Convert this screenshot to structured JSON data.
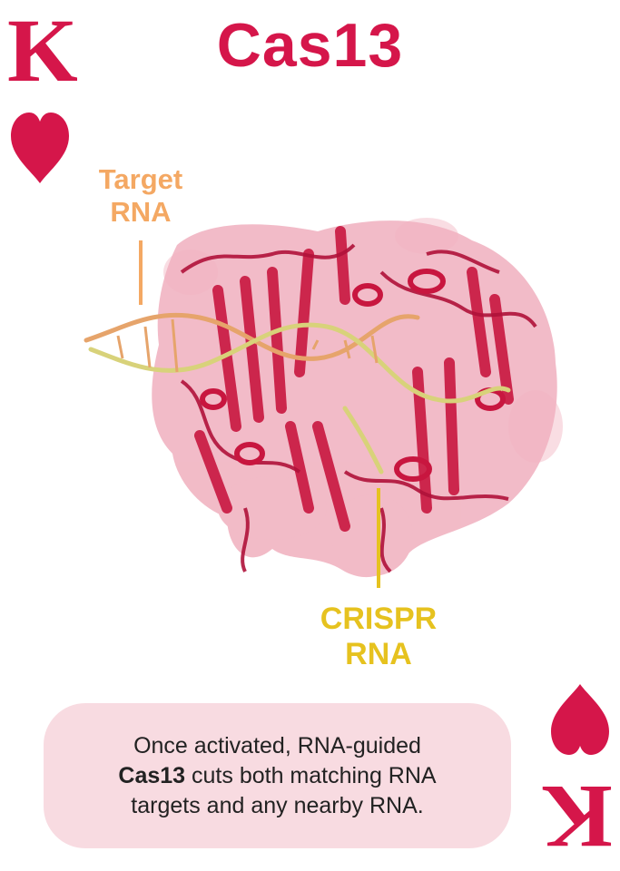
{
  "card": {
    "rank": "K",
    "title": "Cas13",
    "suit_icon": "heart-icon",
    "colors": {
      "accent": "#d5164a",
      "target_rna": "#f4a863",
      "crispr_rna": "#e6c21f",
      "caption_bg": "#f8dbe1"
    }
  },
  "labels": {
    "target_line1": "Target",
    "target_line2": "RNA",
    "crispr_line1": "CRISPR",
    "crispr_line2": "RNA"
  },
  "caption": {
    "line1": "Once activated, RNA-guided",
    "bold": "Cas13",
    "line2_rest": " cuts both matching RNA",
    "line3": "targets and any nearby RNA."
  }
}
